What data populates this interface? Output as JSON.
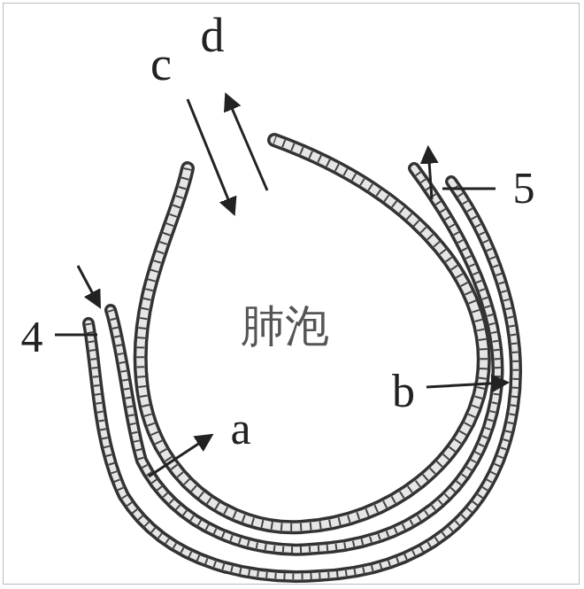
{
  "diagram": {
    "labels": [
      "d",
      "c",
      "5",
      "肺泡",
      "4",
      "b",
      "a"
    ]
  }
}
